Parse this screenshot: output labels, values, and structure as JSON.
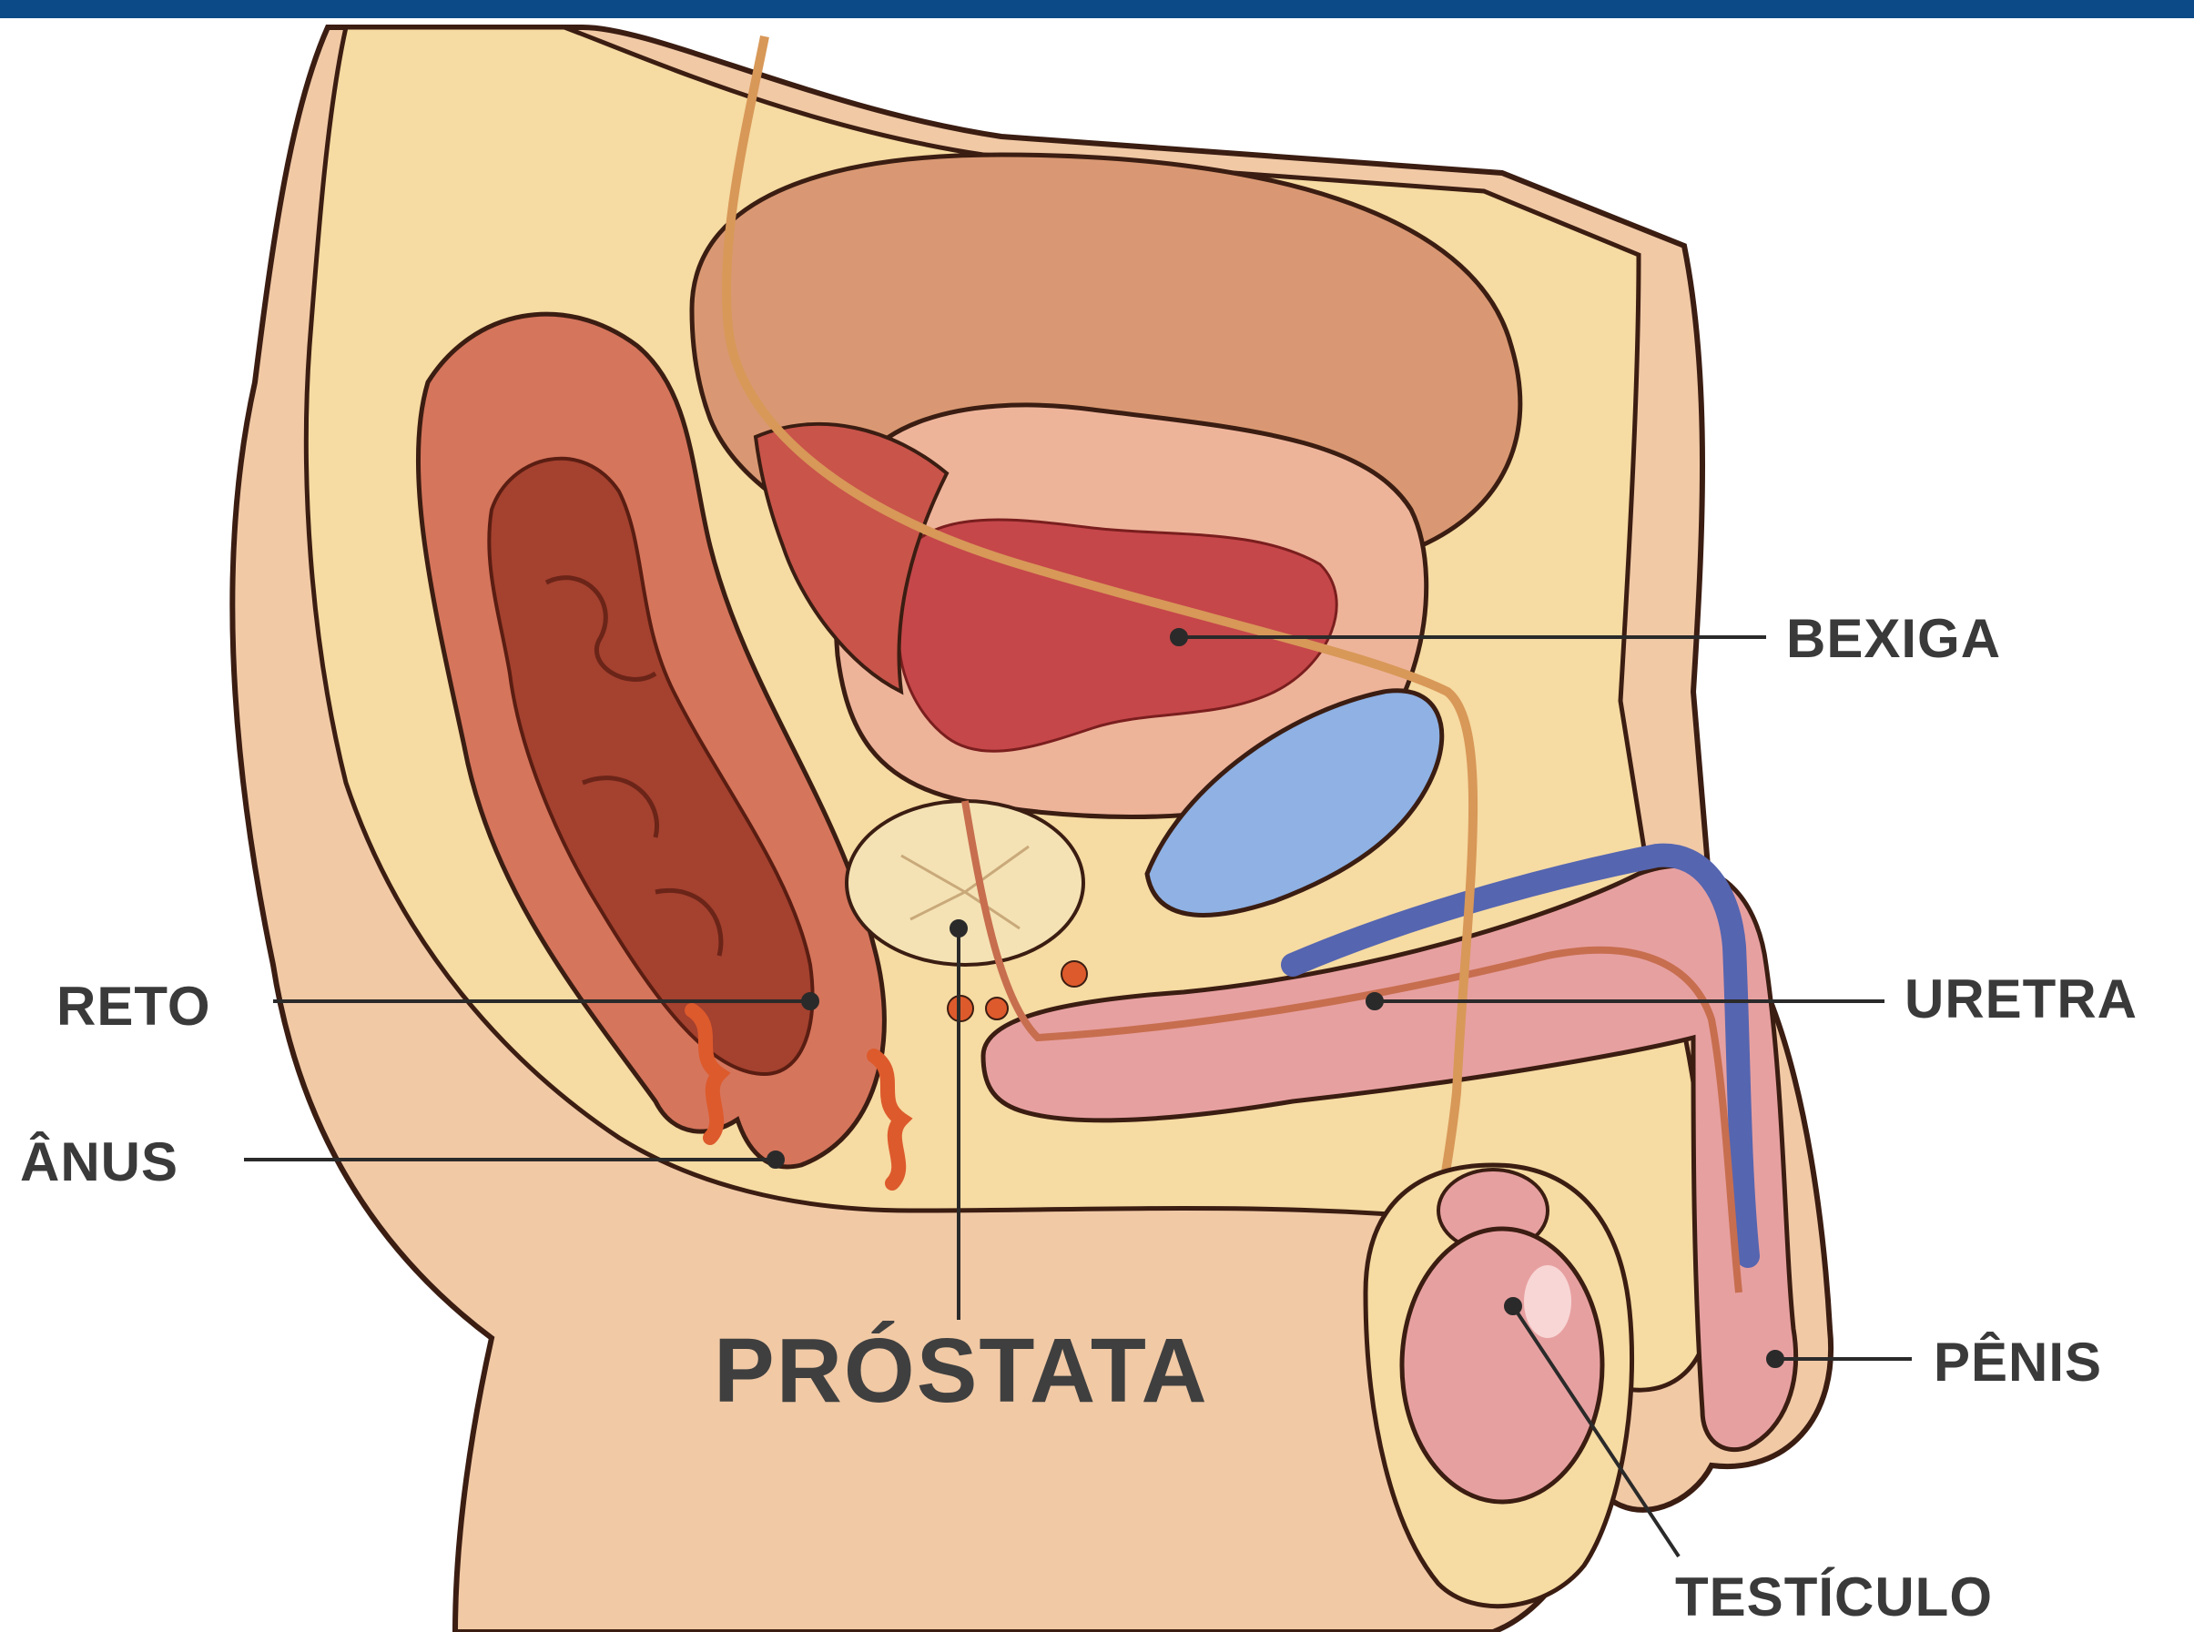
{
  "colors": {
    "top_bar": "#0b4a86",
    "skin": "#f1c9a5",
    "fat": "#f6dba2",
    "bladder": "#d99873",
    "bladder_inner": "#c5474a",
    "rectum": "#a4412f",
    "seminal_vesicle": "#8fb1e3",
    "corpus": "#5565b0",
    "gland": "#dd5a2c",
    "label_text": "#3a3a3a",
    "leader_line": "#2a2a2a"
  },
  "labels": {
    "bexiga": "BEXIGA",
    "reto": "RETO",
    "uretra": "URETRA",
    "anus": "ÂNUS",
    "prostata": "PRÓSTATA",
    "penis": "PÊNIS",
    "testiculo": "TESTÍCULO"
  }
}
